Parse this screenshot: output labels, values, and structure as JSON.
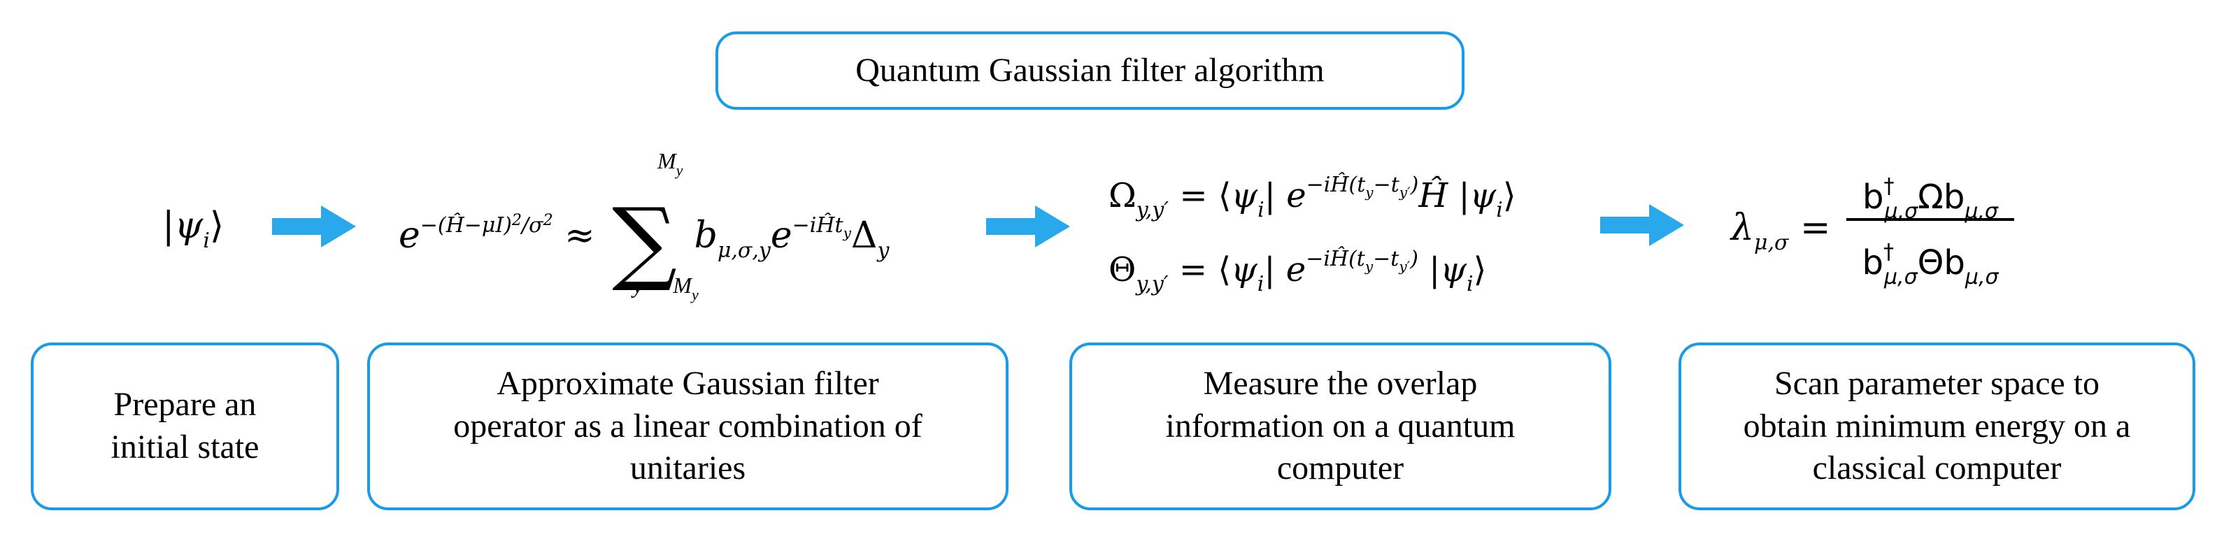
{
  "title": "Quantum Gaussian filter algorithm",
  "steps": [
    {
      "label": "Prepare an\ninitial state"
    },
    {
      "label": "Approximate Gaussian filter\noperator as a linear combination of\nunitaries"
    },
    {
      "label": "Measure the overlap\ninformation on a quantum\ncomputer"
    },
    {
      "label": "Scan parameter space to\nobtain minimum energy on a\nclassical computer"
    }
  ],
  "equations": {
    "state": "|ψᵢ⟩",
    "gaussian": "e^{−(Ĥ−μI)²/σ²} ≈ Σ_{y=−M_y}^{M_y} b_{μ,σ,y} e^{−iĤt_y} Δ_y",
    "omega": "Ω_{y,y′} = ⟨ψᵢ| e^{−iĤ(t_y−t_{y′})} Ĥ |ψᵢ⟩",
    "theta": "Θ_{y,y′} = ⟨ψᵢ| e^{−iĤ(t_y−t_{y′})} |ψᵢ⟩",
    "lambda": "λ_{μ,σ} = b†_{μ,σ} Ω b_{μ,σ} / b†_{μ,σ} Θ b_{μ,σ}"
  },
  "colors": {
    "accent": "#1a9be8",
    "arrow": "#29a8ec",
    "text": "#000000"
  }
}
